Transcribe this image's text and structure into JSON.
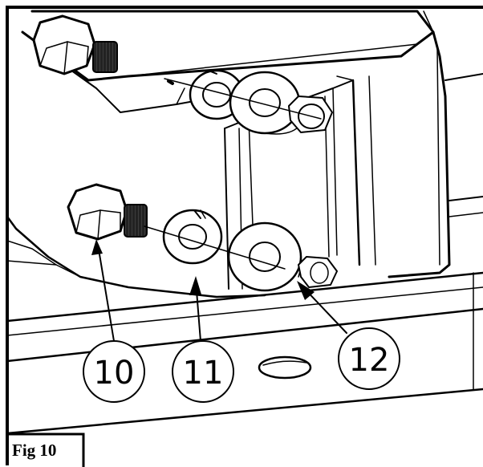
{
  "figure_label": "Fig 10",
  "callouts": [
    {
      "number": "10"
    },
    {
      "number": "11"
    },
    {
      "number": "12"
    }
  ]
}
